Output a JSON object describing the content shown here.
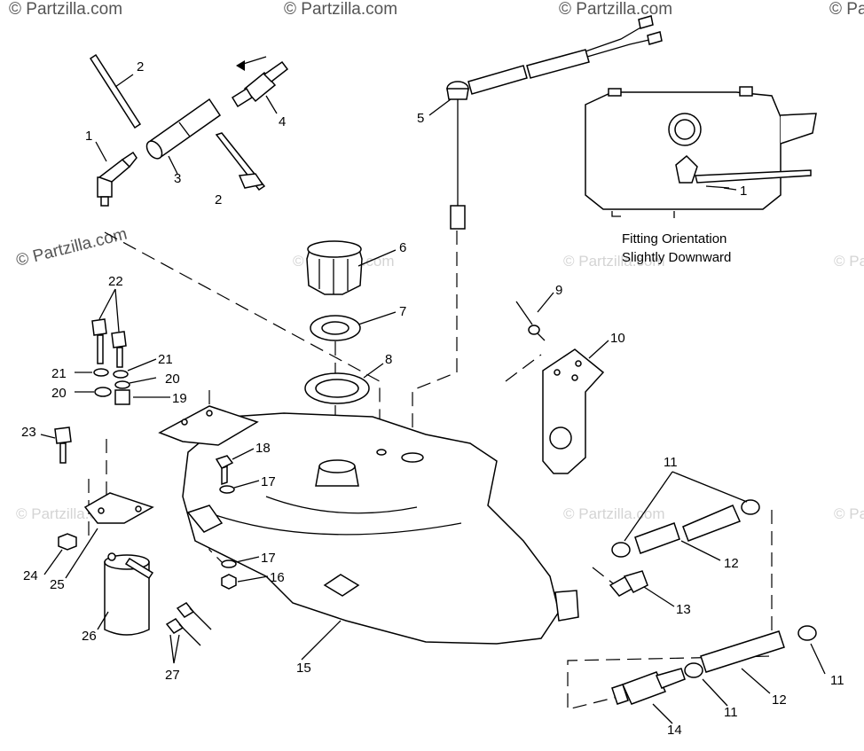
{
  "watermark": "© Partzilla.com",
  "note": {
    "line1": "Fitting Orientation",
    "line2": "Slightly Downward"
  },
  "callouts": {
    "c1_top": "1",
    "c1_inset": "1",
    "c2_upper": "2",
    "c2_lower": "2",
    "c3": "3",
    "c4": "4",
    "c5": "5",
    "c6": "6",
    "c7": "7",
    "c8": "8",
    "c9": "9",
    "c10": "10",
    "c11_top": "11",
    "c11_right": "11",
    "c11_bottom": "11",
    "c12_upper": "12",
    "c12_lower": "12",
    "c13": "13",
    "c14": "14",
    "c15": "15",
    "c16": "16",
    "c17_upper": "17",
    "c17_lower": "17",
    "c18": "18",
    "c19": "19",
    "c20_left": "20",
    "c20_right": "20",
    "c21_left": "21",
    "c21_right": "21",
    "c22": "22",
    "c23": "23",
    "c24": "24",
    "c25": "25",
    "c26": "26",
    "c27": "27"
  }
}
